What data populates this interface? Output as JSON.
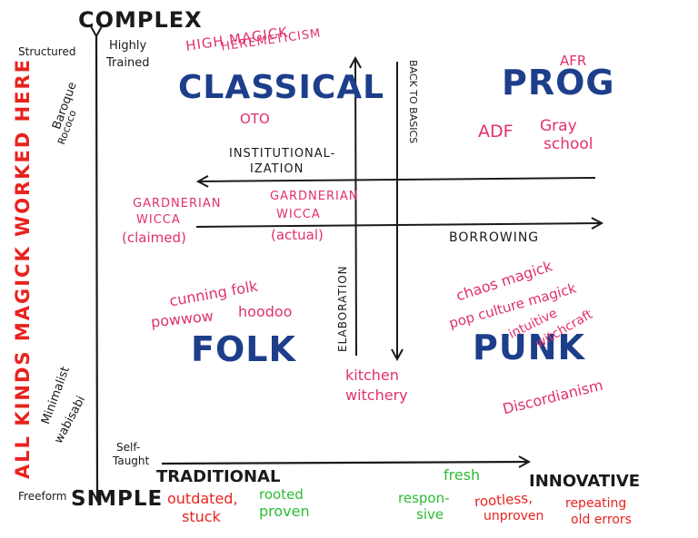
{
  "colors": {
    "ink_black": "#1a1a1a",
    "ink_blue": "#1d3e8a",
    "ink_pink": "#e0306e",
    "ink_red": "#e8231e",
    "ink_green": "#2dbb35"
  },
  "axes": {
    "y_top": "Complex",
    "y_bottom": "Simple",
    "x_left": "Traditional",
    "x_right": "Innovative",
    "side_label": "All Kinds Magick Worked Here"
  },
  "corner_notes": {
    "structured": "Structured",
    "highly_trained_1": "Highly",
    "highly_trained_2": "Trained",
    "baroque": "Baroque",
    "rococo": "Rococo",
    "minimalist": "Minimalist",
    "wabisabi": "wabisabi",
    "self_taught_1": "Self-",
    "self_taught_2": "Taught",
    "freeform": "Freeform"
  },
  "quadrants": {
    "classical": "Classical",
    "prog": "Prog",
    "folk": "Folk",
    "punk": "Punk"
  },
  "arrows": {
    "back_to_basics": "Back to Basics",
    "institutionalization_1": "Institutional-",
    "institutionalization_2": "ization",
    "borrowing": "Borrowing",
    "elaboration": "Elaboration"
  },
  "traditions": {
    "high_magick": "High Magick",
    "hermeticism": "Heremeticism",
    "oto": "OTO",
    "afr": "AFR",
    "adf": "ADF",
    "gray_school_1": "Gray",
    "gray_school_2": "school",
    "gardnerian_claimed_1": "Gardnerian",
    "gardnerian_claimed_2": "Wicca",
    "gardnerian_claimed_3": "(claimed)",
    "gardnerian_actual_1": "Gardnerian",
    "gardnerian_actual_2": "Wicca",
    "gardnerian_actual_3": "(actual)",
    "cunning_folk": "cunning folk",
    "powwow": "powwow",
    "hoodoo": "hoodoo",
    "chaos_magick": "chaos magick",
    "pop_culture_magick": "pop culture magick",
    "intuitive_1": "intuitive",
    "intuitive_2": "witchcraft",
    "discordianism": "Discordianism",
    "kitchen_1": "kitchen",
    "kitchen_2": "witchery"
  },
  "tradeoffs": {
    "outdated_1": "outdated,",
    "outdated_2": "stuck",
    "rooted_1": "rooted",
    "rooted_2": "proven",
    "fresh": "fresh",
    "responsive_1": "respon-",
    "responsive_2": "sive",
    "rootless_1": "rootless,",
    "rootless_2": "unproven",
    "repeating_1": "repeating",
    "repeating_2": "old errors"
  }
}
